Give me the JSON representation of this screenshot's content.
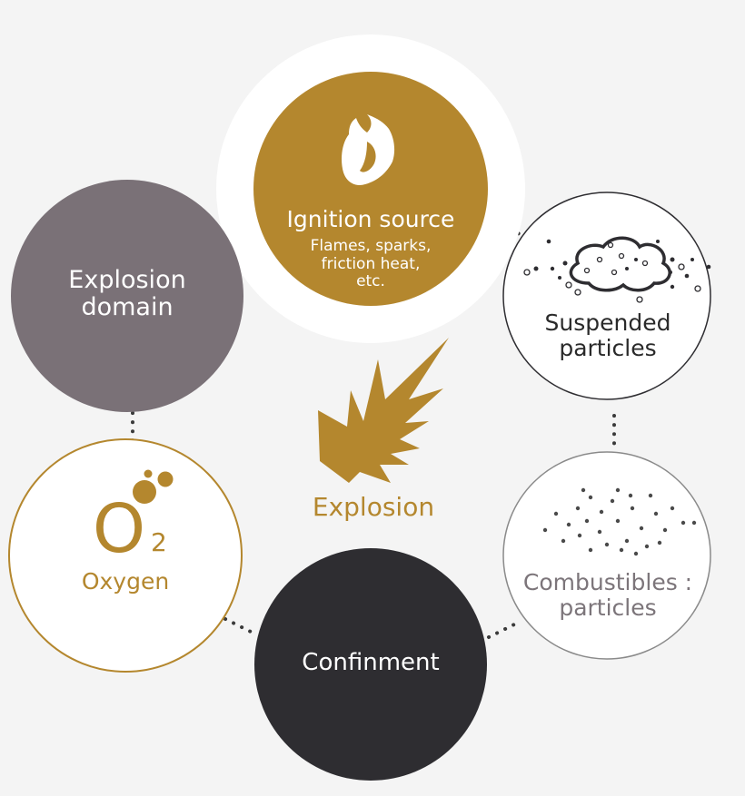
{
  "nodes": {
    "ignition_source": {
      "title": "Ignition source",
      "subtitle": "Flames, sparks,\nfriction heat,\netc."
    },
    "explosion_domain": {
      "label": "Explosion\ndomain"
    },
    "suspended_particles": {
      "label": "Suspended\nparticles"
    },
    "oxygen": {
      "symbol": "O",
      "subscript": "2",
      "label": "Oxygen"
    },
    "combustibles": {
      "label": "Combustibles :\nparticles"
    },
    "confinement": {
      "label": "Confinment"
    }
  },
  "center": {
    "label": "Explosion"
  },
  "colors": {
    "gold": "#b4872e",
    "grey": "#7a7177",
    "dark": "#2e2d31",
    "outline_dark": "#3a3a3a",
    "outline_grey": "#8a8a8a",
    "dots": "#3a3a3a",
    "background": "#f4f4f4"
  },
  "icons": {
    "ignition": "flame-icon",
    "center": "explosion-burst-icon",
    "suspended": "dust-cloud-icon",
    "combustibles": "particles-icon",
    "oxygen": "bubbles-icon"
  }
}
